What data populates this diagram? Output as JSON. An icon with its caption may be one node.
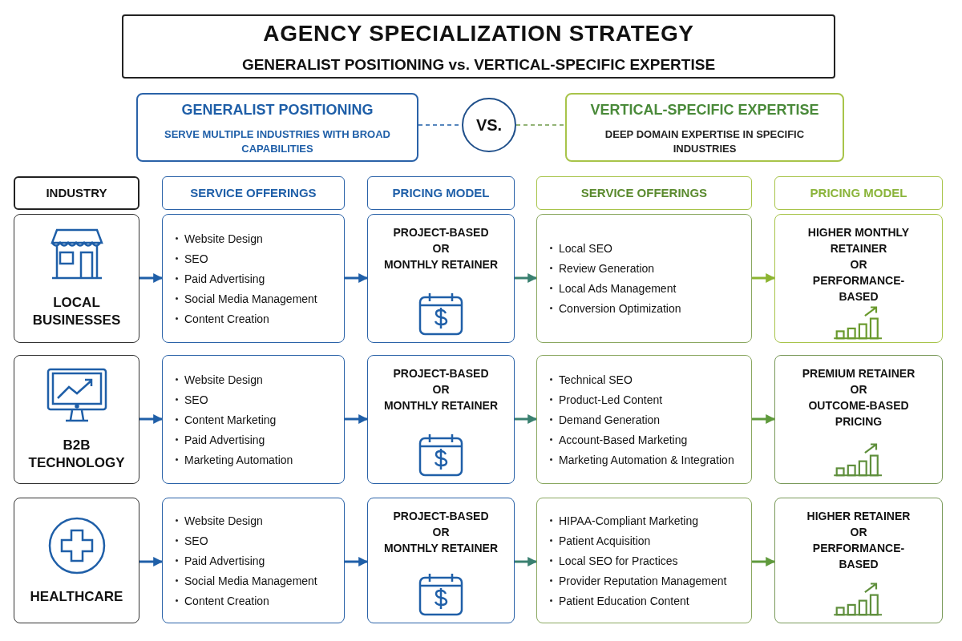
{
  "diagram": {
    "nodes": [
      {
        "text": [
          "AGENCY SPECIALIZATION STRATEGY",
          "GENERALIST POSITIONING vs. VERTICAL-SPECIFIC EXPERTISE"
        ]
      },
      {
        "text": [
          "GENERALIST POSITIONING",
          "SERVE MULTIPLE INDUSTRIES WITH BROAD CAPABILITIES"
        ]
      },
      {
        "text": [
          "VS."
        ]
      },
      {
        "text": [
          "VERTICAL-SPECIFIC EXPERTISE",
          "DEEP DOMAIN EXPERTISE IN SPECIFIC INDUSTRIES"
        ]
      },
      {
        "text": [
          "INDUSTRY"
        ]
      },
      {
        "text": [
          "SERVICE OFFERINGS"
        ]
      },
      {
        "text": [
          "PRICING MODEL"
        ]
      },
      {
        "text": [
          "SERVICE OFFERINGS"
        ]
      },
      {
        "text": [
          "PRICING MODEL"
        ]
      },
      {
        "text": [
          "LOCAL BUSINESSES"
        ]
      },
      {
        "text": [
          "Website Design",
          "SEO",
          "Paid Advertising",
          "Social Media Management",
          "Content Creation"
        ]
      },
      {
        "text": [
          "PROJECT-BASED",
          "OR",
          "MONTHLY RETAINER"
        ]
      },
      {
        "text": [
          "Local SEO",
          "Review Generation",
          "Local Ads Management",
          "Conversion Optimization"
        ]
      },
      {
        "text": [
          "HIGHER MONTHLY RETAINER",
          "OR",
          "PERFORMANCE-BASED"
        ]
      },
      {
        "text": [
          "B2B TECHNOLOGY"
        ]
      },
      {
        "text": [
          "Website Design",
          "SEO",
          "Content Marketing",
          "Paid Advertising",
          "Marketing Automation"
        ]
      },
      {
        "text": [
          "PROJECT-BASED",
          "OR",
          "MONTHLY RETAINER"
        ]
      },
      {
        "text": [
          "Technical SEO",
          "Product-Led Content",
          "Demand Generation",
          "Account-Based Marketing",
          "Marketing Automation & Integration"
        ]
      },
      {
        "text": [
          "PREMIUM RETAINER",
          "OR",
          "OUTCOME-BASED PRICING"
        ]
      },
      {
        "text": [
          "HEALTHCARE"
        ]
      },
      {
        "text": [
          "Website Design",
          "SEO",
          "Paid Advertising",
          "Social Media Management",
          "Content Creation"
        ]
      },
      {
        "text": [
          "PROJECT-BASED",
          "OR",
          "MONTHLY RETAINER"
        ]
      },
      {
        "text": [
          "HIPAA-Compliant Marketing",
          "Patient Acquisition",
          "Local SEO for Practices",
          "Provider Reputation Management",
          "Patient Education Content"
        ]
      },
      {
        "text": [
          "HIGHER RETAINER",
          "OR",
          "PERFORMANCE-BASED"
        ]
      }
    ],
    "edges": [
      {
        "from": 1,
        "to": 2,
        "arrow": "none",
        "style": "dashed"
      },
      {
        "from": 2,
        "to": 3,
        "arrow": "none",
        "style": "dashed",
        "color": "#6f9a4a"
      },
      {
        "from": 9,
        "to": 10,
        "arrow": "to"
      },
      {
        "from": 10,
        "to": 11,
        "arrow": "to"
      },
      {
        "from": 11,
        "to": 12,
        "arrow": "to",
        "color": "#3a8070"
      },
      {
        "from": 12,
        "to": 13,
        "arrow": "to",
        "color": "#8cb431"
      },
      {
        "from": 14,
        "to": 15,
        "arrow": "to"
      },
      {
        "from": 15,
        "to": 16,
        "arrow": "to"
      },
      {
        "from": 16,
        "to": 17,
        "arrow": "to",
        "color": "#3a8070"
      },
      {
        "from": 17,
        "to": 18,
        "arrow": "to",
        "color": "#5f9a3c"
      },
      {
        "from": 19,
        "to": 20,
        "arrow": "to"
      },
      {
        "from": 20,
        "to": 21,
        "arrow": "to"
      },
      {
        "from": 21,
        "to": 22,
        "arrow": "to",
        "color": "#3a8070"
      },
      {
        "from": 22,
        "to": 23,
        "arrow": "to",
        "color": "#5f9a3c"
      }
    ]
  }
}
